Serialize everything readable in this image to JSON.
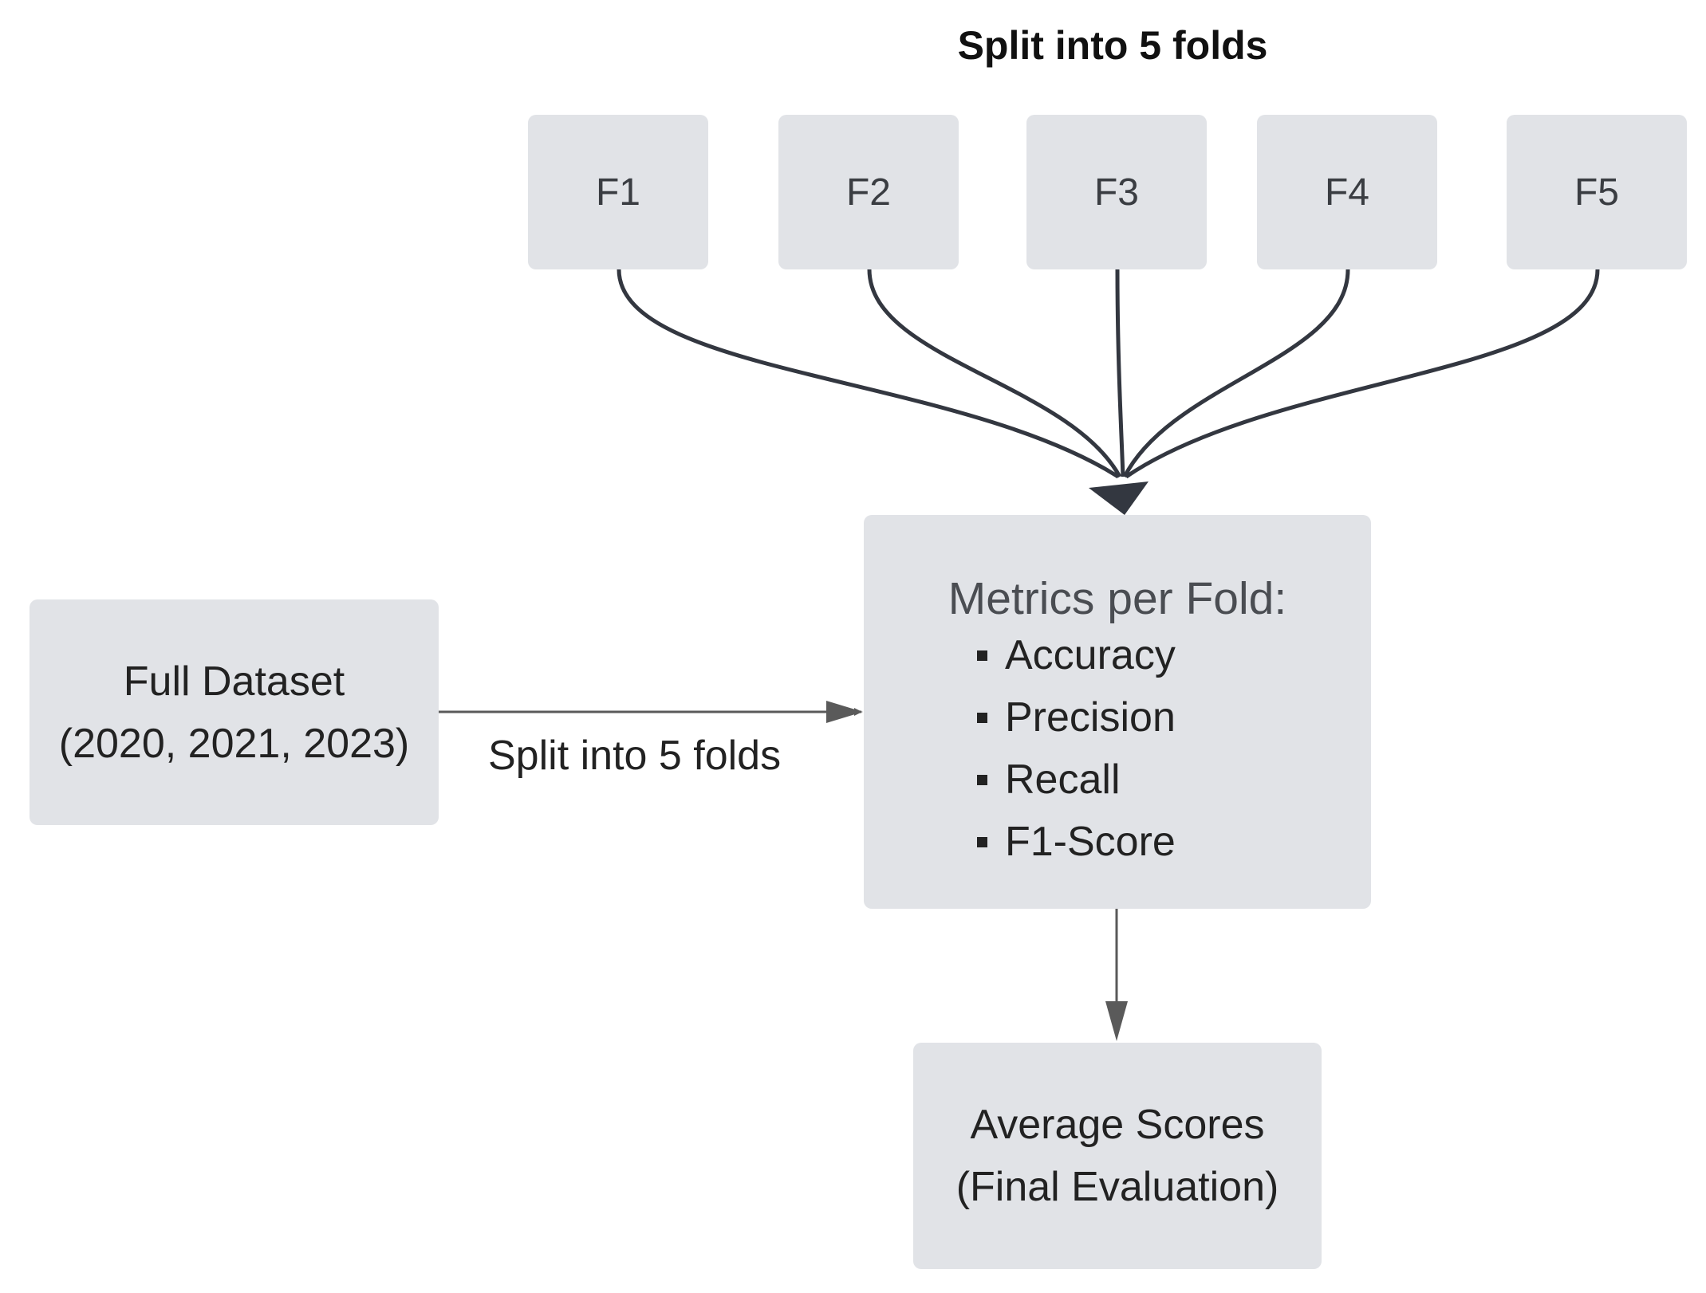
{
  "diagram": {
    "title": "Split into 5 folds",
    "folds": [
      "F1",
      "F2",
      "F3",
      "F4",
      "F5"
    ],
    "dataset": {
      "line1": "Full Dataset",
      "line2": "(2020, 2021, 2023)"
    },
    "edge_label": "Split into 5 folds",
    "metrics": {
      "title": "Metrics per Fold:",
      "items": [
        "Accuracy",
        "Precision",
        "Recall",
        "F1-Score"
      ]
    },
    "average": {
      "line1": "Average Scores",
      "line2": "(Final Evaluation)"
    },
    "colors": {
      "node_fill": "#e1e3e7",
      "curve_stroke": "#333740",
      "arrow_stroke": "#5a5a5a"
    }
  }
}
